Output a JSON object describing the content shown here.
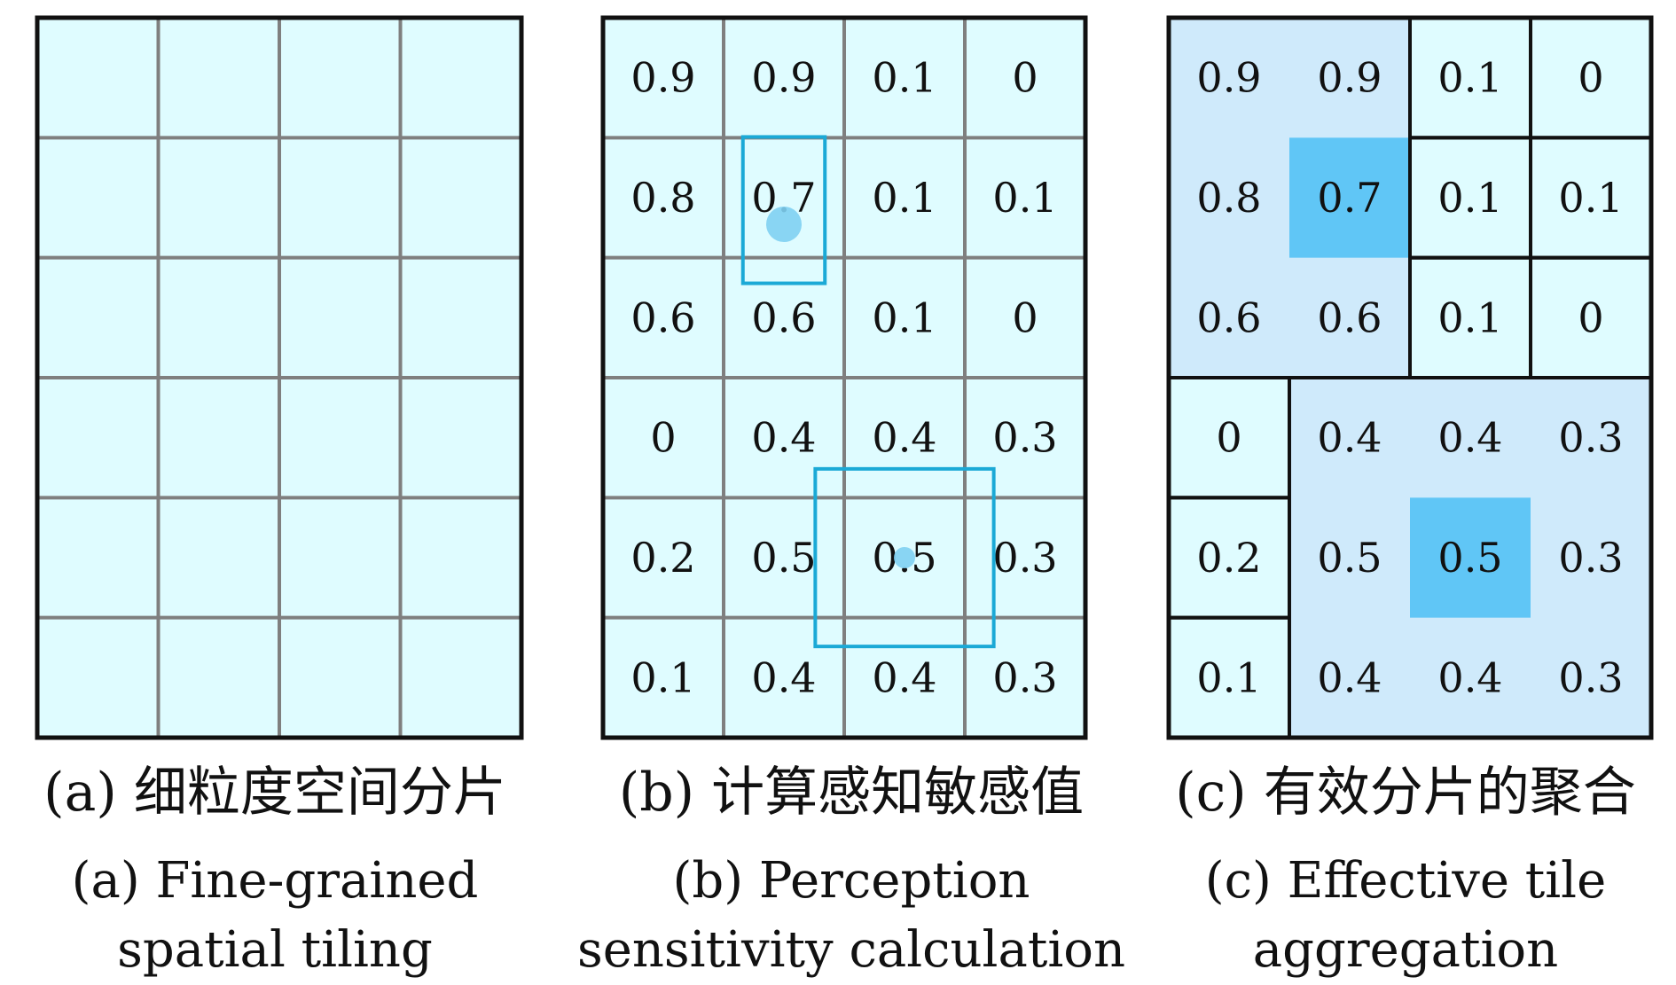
{
  "colors": {
    "cell_fill": "#dffcff",
    "grid_line": "#7f7f7f",
    "border": "#111111",
    "window_stroke": "#1ba9d6",
    "center_dot": "#7fd0f2",
    "tile_fill": "#cfeafb",
    "tile_center": "#60c6f6"
  },
  "panels": [
    {
      "id": "a",
      "caption_zh": "(a) 细粒度空间分片",
      "caption_en": [
        "(a) Fine-grained",
        "spatial tiling"
      ],
      "rows": 6,
      "cols": 4,
      "values": []
    },
    {
      "id": "b",
      "caption_zh": "(b) 计算感知敏感值",
      "caption_en": [
        "(b) Perception",
        "sensitivity calculation"
      ],
      "rows": 6,
      "cols": 4,
      "values": [
        [
          "0.9",
          "0.9",
          "0.1",
          "0"
        ],
        [
          "0.8",
          "0.7",
          "0.1",
          "0.1"
        ],
        [
          "0.6",
          "0.6",
          "0.1",
          "0"
        ],
        [
          "0",
          "0.4",
          "0.4",
          "0.3"
        ],
        [
          "0.2",
          "0.5",
          "0.5",
          "0.3"
        ],
        [
          "0.1",
          "0.4",
          "0.4",
          "0.3"
        ]
      ],
      "windows": [
        {
          "row": 1,
          "col": 1,
          "type": "small"
        },
        {
          "row": 4,
          "col": 2,
          "type": "large"
        }
      ]
    },
    {
      "id": "c",
      "caption_zh": "(c) 有效分片的聚合",
      "caption_en": [
        "(c) Effective tile",
        "aggregation"
      ],
      "rows": 6,
      "cols": 4,
      "values": [
        [
          "0.9",
          "0.9",
          "0.1",
          "0"
        ],
        [
          "0.8",
          "0.7",
          "0.1",
          "0.1"
        ],
        [
          "0.6",
          "0.6",
          "0.1",
          "0"
        ],
        [
          "0",
          "0.4",
          "0.4",
          "0.3"
        ],
        [
          "0.2",
          "0.5",
          "0.5",
          "0.3"
        ],
        [
          "0.1",
          "0.4",
          "0.4",
          "0.3"
        ]
      ],
      "aggregated_tiles": [
        {
          "rows": [
            0,
            2
          ],
          "cols": [
            0,
            1
          ],
          "center": [
            1,
            1
          ]
        },
        {
          "rows": [
            3,
            5
          ],
          "cols": [
            1,
            3
          ],
          "center": [
            4,
            2
          ]
        }
      ]
    }
  ]
}
